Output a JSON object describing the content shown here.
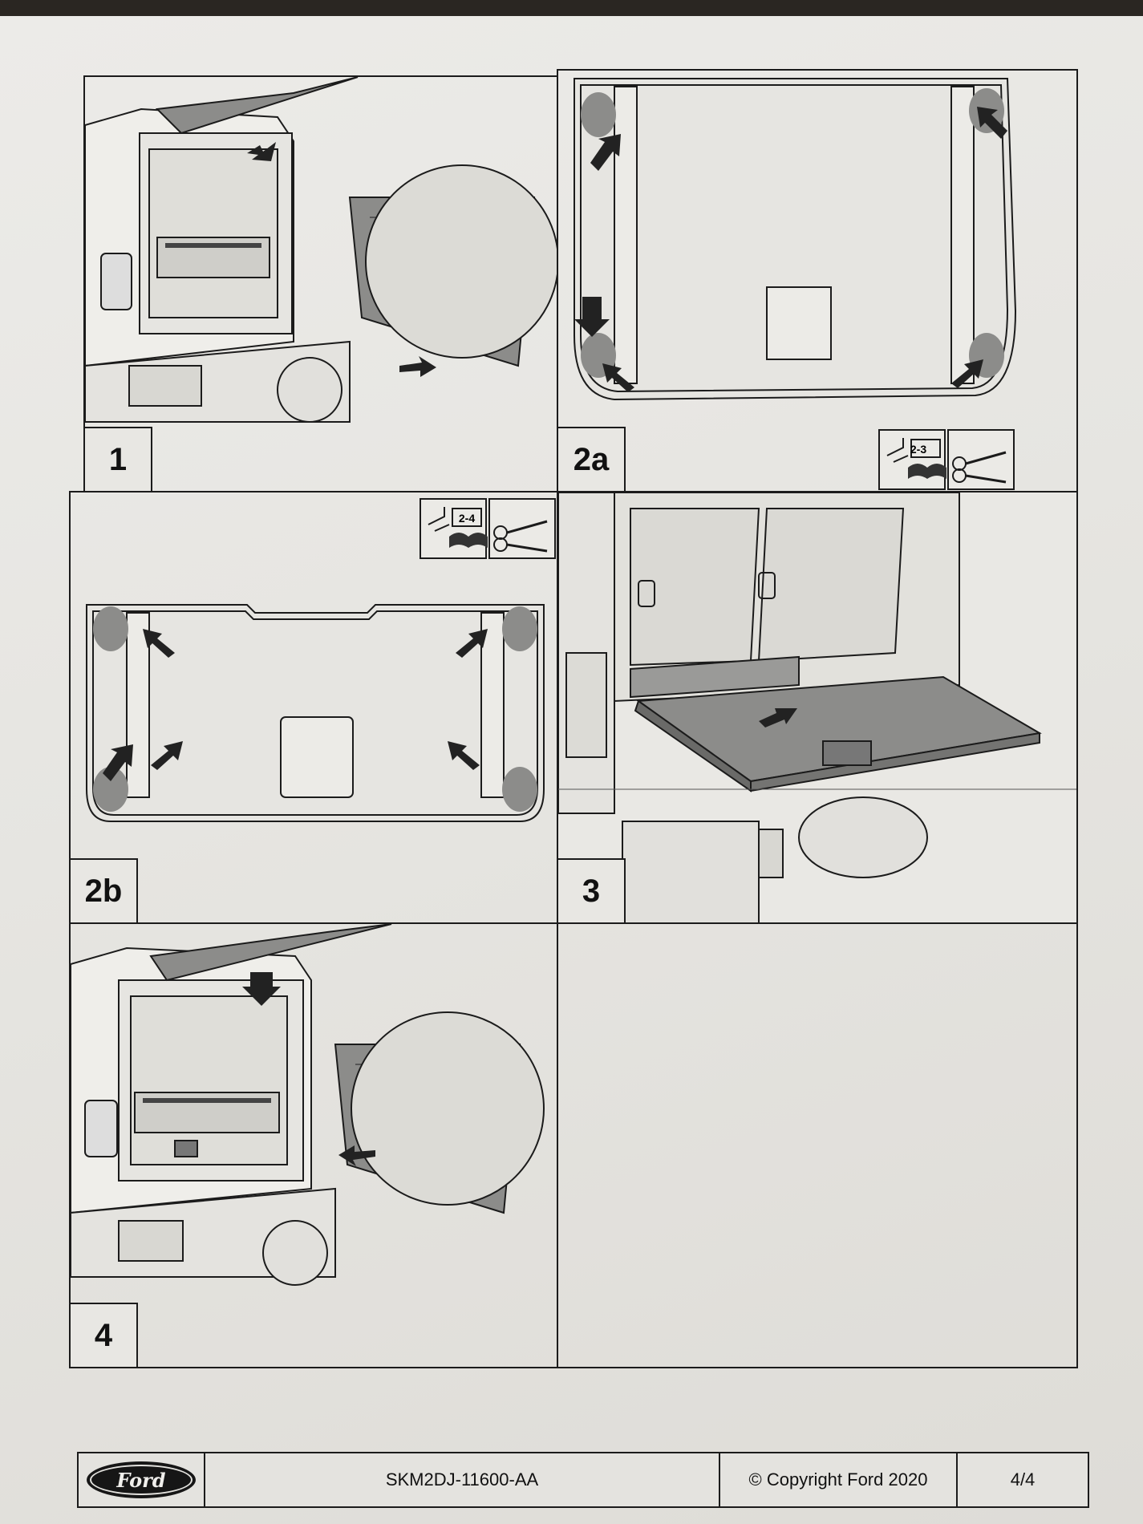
{
  "steps": [
    {
      "id": "1",
      "label": "1"
    },
    {
      "id": "2a",
      "label": "2a",
      "icon_badge": "2-3"
    },
    {
      "id": "2b",
      "label": "2b",
      "icon_badge": "2-4"
    },
    {
      "id": "3",
      "label": "3"
    },
    {
      "id": "4",
      "label": "4"
    }
  ],
  "footer": {
    "logo": "Ford",
    "part_number": "SKM2DJ-11600-AA",
    "copyright": "© Copyright Ford 2020",
    "page": "4/4"
  },
  "colors": {
    "paper": "#e8e7e3",
    "ink": "#1b1b1b",
    "felt": "#8c8c8a",
    "arrow": "#222222"
  }
}
